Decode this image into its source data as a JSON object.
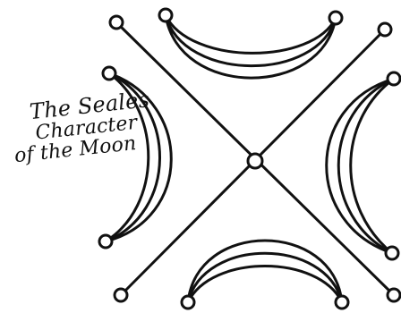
{
  "caption": {
    "line1": "The Seales",
    "line2": "Character",
    "line3": "of the Moon"
  },
  "colors": {
    "ink": "#111111",
    "paper": "#ffffff"
  },
  "icons": {
    "node": "circle-node-icon",
    "crescent": "crescent-moon-icon"
  }
}
